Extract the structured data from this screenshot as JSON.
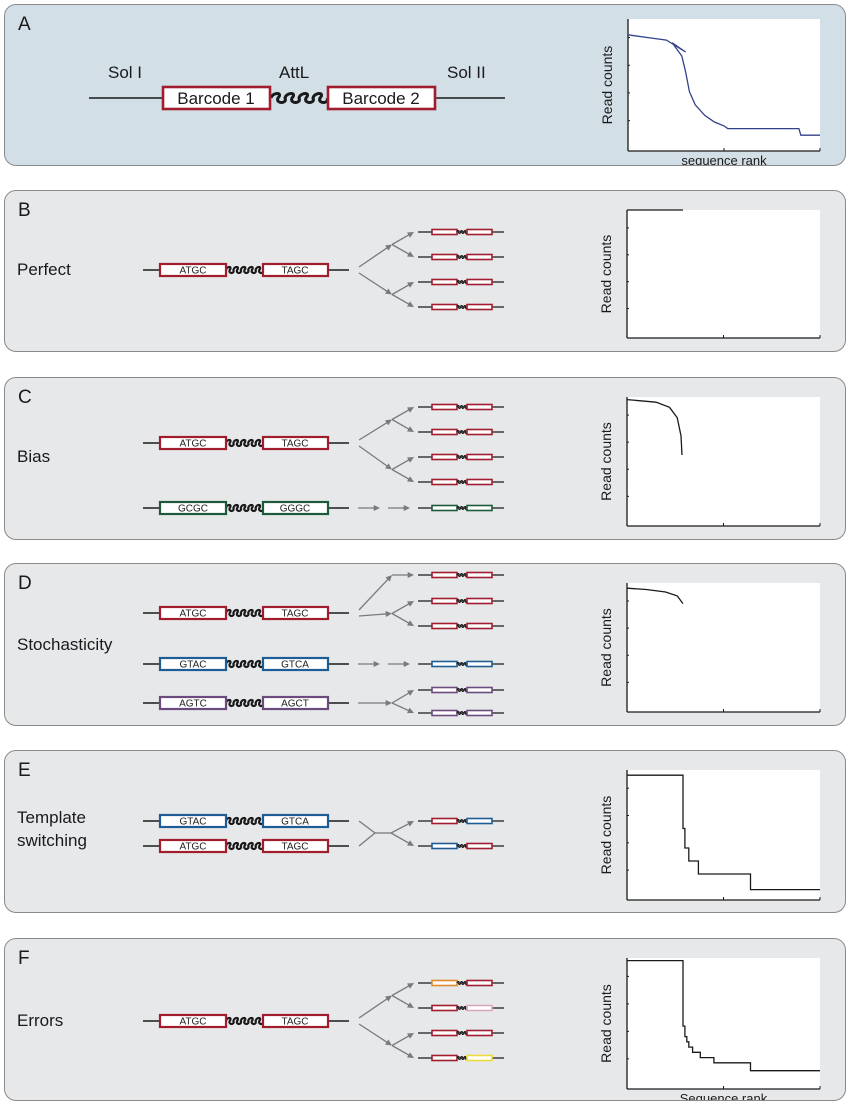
{
  "colors": {
    "red": "#a11d2d",
    "green": "#1e5a3a",
    "blue": "#1e5c95",
    "purple": "#6b4a7d",
    "orange": "#e08a2e",
    "pink": "#d8a9bd",
    "yellow": "#ebdd3a",
    "arrow": "#7a7a7a",
    "curve_blue": "#33418a",
    "curve_dark": "#1a1a1a"
  },
  "panels": [
    {
      "letter": "A",
      "construct": {
        "sol1": "Sol I",
        "attl": "AttL",
        "sol2": "Sol II",
        "barcode1": "Barcode 1",
        "barcode2": "Barcode 2"
      },
      "chart_data": {
        "type": "line",
        "title": "",
        "ylabel": "Read counts",
        "xlabel": "sequence rank",
        "x": [
          0,
          0.1,
          0.2,
          0.3,
          0.23,
          0.28,
          0.3,
          0.32,
          0.35,
          0.4,
          0.45,
          0.5,
          0.52,
          0.6,
          0.7,
          0.8,
          0.89,
          0.9,
          1.0
        ],
        "y": [
          0.88,
          0.86,
          0.84,
          0.75,
          0.82,
          0.72,
          0.6,
          0.45,
          0.35,
          0.27,
          0.22,
          0.19,
          0.17,
          0.17,
          0.17,
          0.17,
          0.17,
          0.12,
          0.12
        ],
        "xlim": [
          0,
          1
        ],
        "ylim": [
          0,
          1
        ],
        "color": "curve_blue"
      }
    },
    {
      "letter": "B",
      "label": [
        "Perfect"
      ],
      "sources": [
        {
          "left": "ATGC",
          "right": "TAGC",
          "color": "red"
        }
      ],
      "branches": [
        {
          "mode": "split",
          "outputs": [
            [
              "red",
              "red"
            ],
            [
              "red",
              "red"
            ],
            [
              "red",
              "red"
            ],
            [
              "red",
              "red"
            ]
          ]
        }
      ],
      "chart_data": {
        "type": "line",
        "title": "",
        "ylabel": "Read counts",
        "xlabel": "",
        "x": [
          0,
          0.29
        ],
        "y": [
          1.0,
          1.0
        ],
        "xlim": [
          0,
          1
        ],
        "ylim": [
          0,
          1
        ],
        "color": "curve_dark"
      }
    },
    {
      "letter": "C",
      "label": [
        "Bias"
      ],
      "sources": [
        {
          "left": "ATGC",
          "right": "TAGC",
          "color": "red"
        },
        {
          "left": "GCGC",
          "right": "GGGC",
          "color": "green"
        }
      ],
      "branches": [
        {
          "mode": "split",
          "outputs": [
            [
              "red",
              "red"
            ],
            [
              "red",
              "red"
            ],
            [
              "red",
              "red"
            ],
            [
              "red",
              "red"
            ]
          ]
        },
        {
          "mode": "single",
          "outputs": [
            [
              "green",
              "green"
            ]
          ]
        }
      ],
      "chart_data": {
        "type": "line",
        "title": "",
        "ylabel": "Read counts",
        "xlabel": "",
        "x": [
          0,
          0.15,
          0.22,
          0.26,
          0.28,
          0.285
        ],
        "y": [
          0.98,
          0.96,
          0.92,
          0.84,
          0.7,
          0.55
        ],
        "xlim": [
          0,
          1
        ],
        "ylim": [
          0,
          1
        ],
        "color": "curve_dark"
      }
    },
    {
      "letter": "D",
      "label": [
        "Stochasticity"
      ],
      "sources": [
        {
          "left": "ATGC",
          "right": "TAGC",
          "color": "red"
        },
        {
          "left": "GTAC",
          "right": "GTCA",
          "color": "blue"
        },
        {
          "left": "AGTC",
          "right": "AGCT",
          "color": "purple"
        }
      ],
      "branches": [
        {
          "mode": "split",
          "outputs": [
            [
              "red",
              "red"
            ],
            [
              "red",
              "red"
            ],
            [
              "red",
              "red"
            ]
          ]
        },
        {
          "mode": "single",
          "outputs": [
            [
              "blue",
              "blue"
            ]
          ]
        },
        {
          "mode": "split",
          "outputs": [
            [
              "purple",
              "purple"
            ],
            [
              "purple",
              "purple"
            ]
          ]
        }
      ],
      "chart_data": {
        "type": "line",
        "title": "",
        "ylabel": "Read counts",
        "xlabel": "",
        "x": [
          0,
          0.1,
          0.2,
          0.26,
          0.29
        ],
        "y": [
          0.96,
          0.95,
          0.93,
          0.9,
          0.84
        ],
        "xlim": [
          0,
          1
        ],
        "ylim": [
          0,
          1
        ],
        "color": "curve_dark"
      }
    },
    {
      "letter": "E",
      "label": [
        "Template",
        "switching"
      ],
      "sources": [
        {
          "left": "GTAC",
          "right": "GTCA",
          "color": "blue"
        },
        {
          "left": "ATGC",
          "right": "TAGC",
          "color": "red"
        }
      ],
      "branches": [
        {
          "mode": "swap",
          "outputs": [
            [
              "red",
              "blue"
            ],
            [
              "blue",
              "red"
            ]
          ]
        }
      ],
      "chart_data": {
        "type": "line",
        "title": "",
        "ylabel": "Read counts",
        "xlabel": "",
        "x": [
          0,
          0.29,
          0.29,
          0.3,
          0.3,
          0.32,
          0.32,
          0.37,
          0.37,
          0.64,
          0.64,
          1.0
        ],
        "y": [
          0.96,
          0.96,
          0.55,
          0.55,
          0.4,
          0.4,
          0.3,
          0.3,
          0.2,
          0.2,
          0.08,
          0.08
        ],
        "xlim": [
          0,
          1
        ],
        "ylim": [
          0,
          1
        ],
        "color": "curve_dark"
      }
    },
    {
      "letter": "F",
      "label": [
        "Errors"
      ],
      "sources": [
        {
          "left": "ATGC",
          "right": "TAGC",
          "color": "red"
        }
      ],
      "branches": [
        {
          "mode": "split",
          "outputs": [
            [
              "orange",
              "red"
            ],
            [
              "red",
              "pink"
            ],
            [
              "red",
              "red"
            ],
            [
              "red",
              "yellow"
            ]
          ]
        }
      ],
      "chart_data": {
        "type": "line",
        "title": "",
        "ylabel": "Read counts",
        "xlabel": "Sequence rank",
        "x": [
          0,
          0.29,
          0.29,
          0.3,
          0.3,
          0.31,
          0.31,
          0.32,
          0.32,
          0.34,
          0.34,
          0.38,
          0.38,
          0.45,
          0.45,
          0.64,
          0.64,
          1.0
        ],
        "y": [
          0.98,
          0.98,
          0.48,
          0.48,
          0.4,
          0.4,
          0.36,
          0.36,
          0.32,
          0.32,
          0.28,
          0.28,
          0.24,
          0.24,
          0.2,
          0.2,
          0.14,
          0.14
        ],
        "xlim": [
          0,
          1
        ],
        "ylim": [
          0,
          1
        ],
        "color": "curve_dark"
      }
    }
  ]
}
